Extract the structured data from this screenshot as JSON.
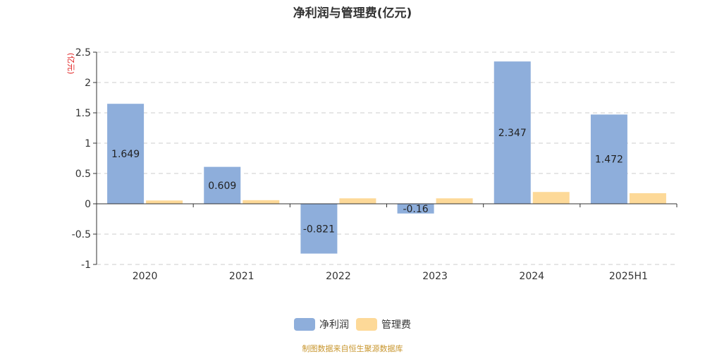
{
  "chart_data": {
    "type": "bar",
    "title": "净利润与管理费(亿元)",
    "ylabel": "(亿元)",
    "xlabel": "",
    "categories": [
      "2020",
      "2021",
      "2022",
      "2023",
      "2024",
      "2025H1"
    ],
    "series": [
      {
        "name": "净利润",
        "color": "#8eaedb",
        "values": [
          1.649,
          0.609,
          -0.821,
          -0.16,
          2.347,
          1.472
        ],
        "show_labels": true
      },
      {
        "name": "管理费",
        "color": "#fdd998",
        "values": [
          0.055,
          0.06,
          0.09,
          0.09,
          0.195,
          0.175
        ],
        "show_labels": false
      }
    ],
    "ylim": [
      -1,
      2.5
    ],
    "yticks": [
      2.5,
      2,
      1.5,
      1,
      0.5,
      0,
      -0.5,
      -1
    ],
    "ytick_labels": [
      "2.5",
      "2",
      "1.5",
      "1",
      "0.5",
      "0",
      "-0.5",
      "-1"
    ],
    "grid": true,
    "legend_position": "bottom-center"
  },
  "footer": "制图数据来自恒生聚源数据库"
}
